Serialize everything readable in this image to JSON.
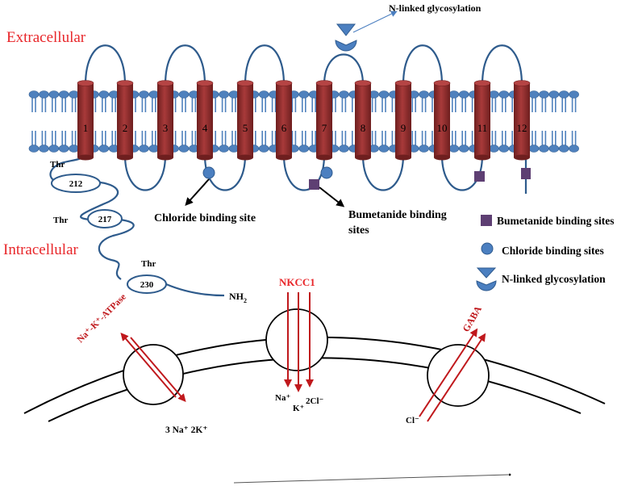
{
  "labels": {
    "extracellular": "Extracellular",
    "intracellular": "Intracellular",
    "n_linked_top": "N-linked glycosylation",
    "chloride_site": "Chloride binding site",
    "bumetanide_line1": "Bumetanide binding",
    "bumetanide_line2": "sites",
    "nh2": "NH",
    "nh2_sub": "2"
  },
  "helices": [
    "1",
    "2",
    "3",
    "4",
    "5",
    "6",
    "7",
    "8",
    "9",
    "10",
    "11",
    "12"
  ],
  "phosphorylation_sites": [
    {
      "residue": "Thr",
      "number": "212"
    },
    {
      "residue": "Thr",
      "number": "217"
    },
    {
      "residue": "Thr",
      "number": "230"
    }
  ],
  "legend": [
    {
      "symbol": "square",
      "label": "Bumetanide binding sites"
    },
    {
      "symbol": "circle",
      "label": "Chloride binding sites"
    },
    {
      "symbol": "glycosylation",
      "label": "N-linked glycosylation"
    }
  ],
  "transporters": {
    "atpase": {
      "name": "Na⁺-K⁺-ATPase",
      "bottom": "3 Na⁺ 2K⁺"
    },
    "nkcc1": {
      "name": "NKCC1",
      "na": "Na⁺",
      "k": "K⁺",
      "cl": "2Cl⁻"
    },
    "gaba": {
      "name": "GABA",
      "ion": "Cl⁻"
    }
  },
  "colors": {
    "helix": "#963030",
    "helix_dark": "#6e1f1f",
    "lipid": "#4f81bd",
    "lipid_dark": "#2f5b8f",
    "loop": "#2e5b8c",
    "red_label": "#e8262a",
    "arrow": "#c0181c",
    "bumetanide": "#5e3f73",
    "chloride": "#4b7fc0"
  }
}
